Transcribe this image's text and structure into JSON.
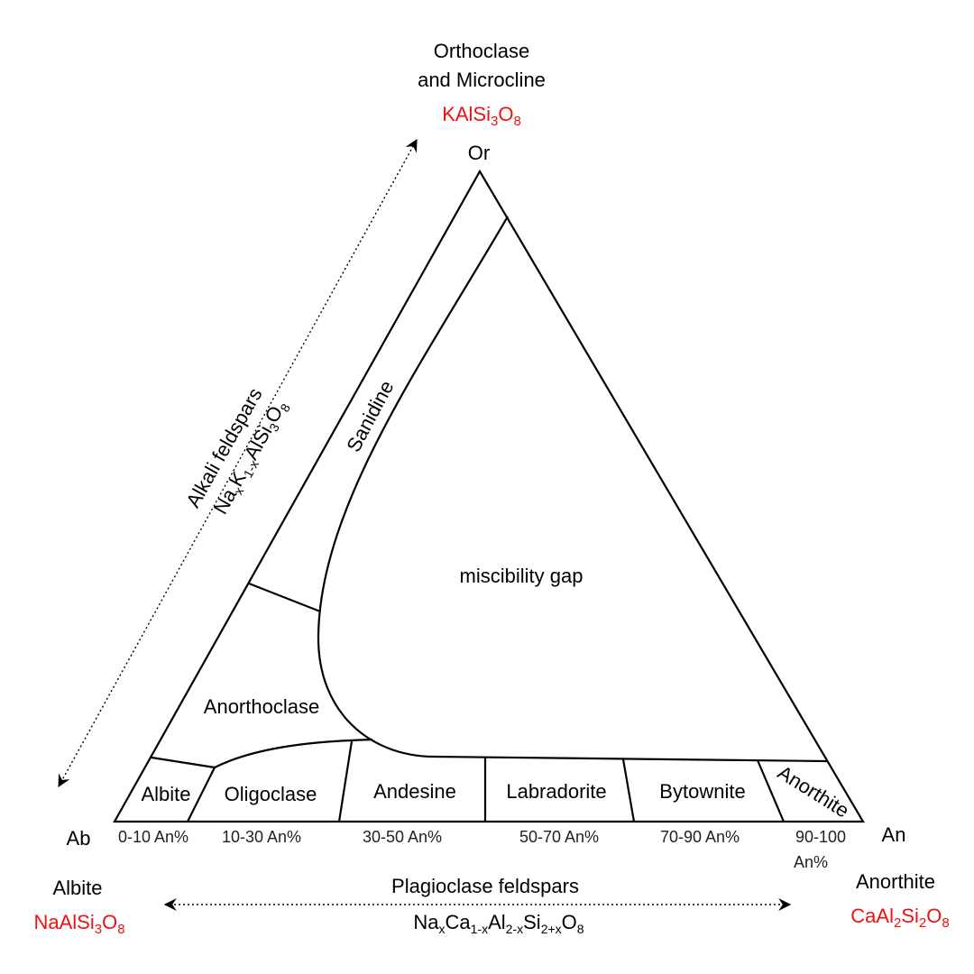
{
  "vertices": {
    "top": {
      "symbol": "Or",
      "name_line1": "Orthoclase",
      "name_line2": "and Microcline",
      "formula": {
        "main": "KAlSi",
        "s1": "3",
        "m2": "O",
        "s2": "8"
      }
    },
    "left": {
      "symbol": "Ab",
      "name": "Albite",
      "formula": {
        "main": "NaAlSi",
        "s1": "3",
        "m2": "O",
        "s2": "8"
      }
    },
    "right": {
      "symbol": "An",
      "name": "Anorthite",
      "formula": {
        "main": "CaAl",
        "s1": "2",
        "m2": "Si",
        "s2": "2",
        "m3": "O",
        "s3": "8"
      }
    }
  },
  "series": {
    "alkali": {
      "name": "Alkali feldspars",
      "formula": {
        "a": "Na",
        "b": "x",
        "c": "K",
        "d": "1-x",
        "e": "AlSi",
        "f": "3",
        "g": "O",
        "h": "8"
      }
    },
    "plagioclase": {
      "name": "Plagioclase feldspars",
      "formula": {
        "a": "Na",
        "b": "x",
        "c": "Ca",
        "d": "1-x",
        "e": "Al",
        "f": "2-x",
        "g": "Si",
        "h": "2+x",
        "i": "O",
        "j": "8"
      }
    }
  },
  "regions": {
    "miscibility_gap": "miscibility gap",
    "sanidine": "Sanidine",
    "anorthoclase": "Anorthoclase",
    "albite": "Albite",
    "oligoclase": "Oligoclase",
    "andesine": "Andesine",
    "labradorite": "Labradorite",
    "bytownite": "Bytownite",
    "anorthite": "Anorthite"
  },
  "ranges": {
    "albite": "0-10 An%",
    "oligoclase": "10-30 An%",
    "andesine": "30-50 An%",
    "labradorite": "50-70 An%",
    "bytownite": "70-90 An%",
    "anorthite_line1": "90-100",
    "anorthite_line2": "An%"
  }
}
